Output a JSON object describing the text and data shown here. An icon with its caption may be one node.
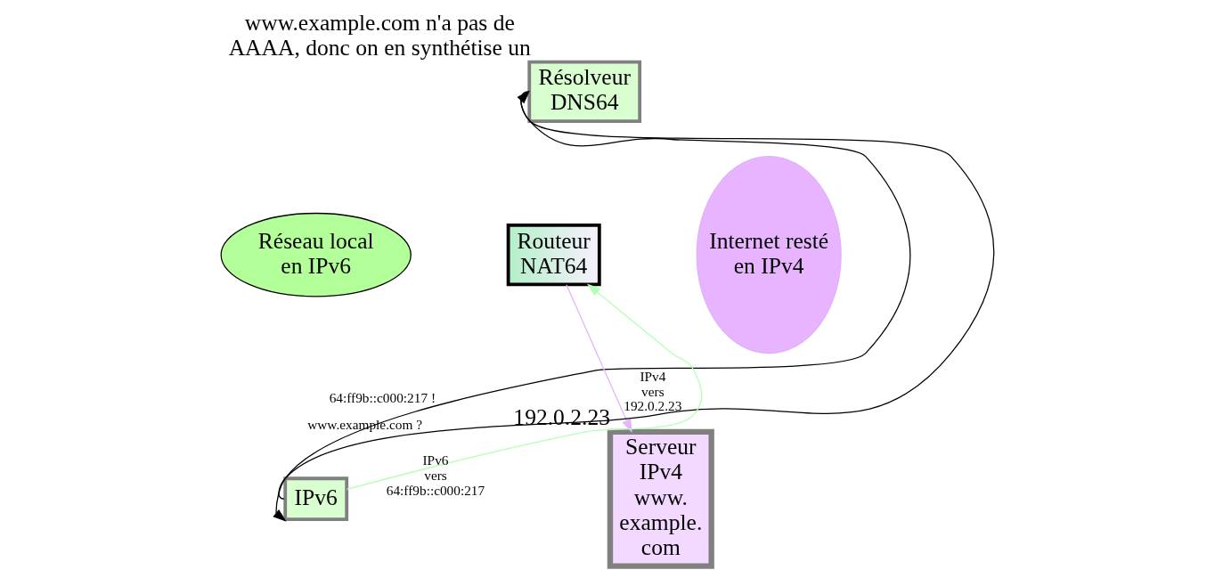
{
  "diagram": {
    "nodes": [
      {
        "text": [
          "Résolveur DNS64"
        ],
        "beside": [
          "www.example.com n'a pas de AAAA, donc on en synthétise un"
        ]
      },
      {
        "text": [
          "Réseau local en IPv6"
        ]
      },
      {
        "text": [
          "Routeur NAT64"
        ]
      },
      {
        "text": [
          "IPv6"
        ]
      },
      {
        "text": [
          "Internet resté en IPv4"
        ]
      },
      {
        "text": [
          "Serveur IPv4 www. example. com"
        ],
        "beside": [
          "192.0.2.23"
        ]
      }
    ],
    "edges": [
      {
        "from": 3,
        "to": 0,
        "arrow": "to",
        "label": "www.example.com ?"
      },
      {
        "from": 0,
        "to": 3,
        "arrow": "to",
        "label": "64:ff9b::c000:217 !"
      },
      {
        "from": 3,
        "to": 2,
        "arrow": "to",
        "label": "IPv6 vers 64:ff9b::c000:217",
        "color": "#b3ffb3"
      },
      {
        "from": 2,
        "to": 5,
        "arrow": "to",
        "label": "IPv4 vers 192.0.2.23",
        "color": "#e6b3ff"
      }
    ]
  }
}
